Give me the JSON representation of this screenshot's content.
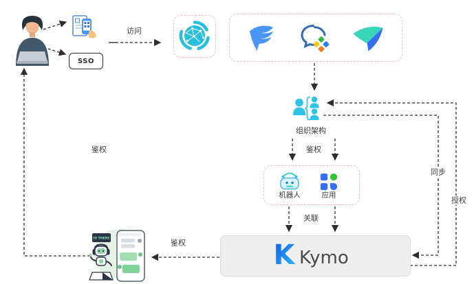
{
  "diagram": {
    "nodes": {
      "user": {
        "icon": "person-laptop-icon"
      },
      "qr_login": {
        "icon": "qr-scan-login-icon"
      },
      "sso": {
        "label": "SSO"
      },
      "gateway": {
        "icon": "network-globe-icon"
      },
      "platforms": {
        "icons": [
          "dingtalk-icon",
          "wecom-icon",
          "feishu-icon"
        ]
      },
      "org_structure": {
        "label": "组织架构",
        "icon": "org-structure-icon"
      },
      "robot": {
        "label": "机器人",
        "icon": "robot-icon"
      },
      "app": {
        "label": "应用",
        "icon": "app-grid-icon"
      },
      "kymo": {
        "logo_letter": "K",
        "label": "Kymo"
      },
      "chatbot": {
        "icon": "chatbot-illustration",
        "sign_text": "HI THERE"
      }
    },
    "edges": {
      "access": {
        "label": "访问",
        "from": "user",
        "to": "gateway"
      },
      "auth_org": {
        "label": "鉴权",
        "from": "org_structure",
        "to": "robot_app"
      },
      "associate": {
        "label": "关联",
        "from": "robot_app",
        "to": "kymo"
      },
      "sync": {
        "label": "同步",
        "from": "org_structure",
        "to": "kymo"
      },
      "authorize": {
        "label": "授权",
        "from": "kymo",
        "to": "org_structure"
      },
      "auth_kymo_bot": {
        "label": "鉴权",
        "from": "kymo",
        "to": "chatbot"
      },
      "auth_bot_user": {
        "label": "鉴权",
        "from": "chatbot",
        "to": "user"
      }
    },
    "colors": {
      "dashed_box_border": "#f3bbc2",
      "cyan": "#2fc3e6",
      "dingtalk_blue": "#4a96f7",
      "feishu_teal": "#39d6b9",
      "feishu_blue": "#3370f0",
      "app_blue": "#3370f5",
      "app_green": "#31c437",
      "kymo_box_bg": "#efefef",
      "arrow": "#2e2e2e",
      "illustration_green": "#8fd8a5"
    }
  }
}
